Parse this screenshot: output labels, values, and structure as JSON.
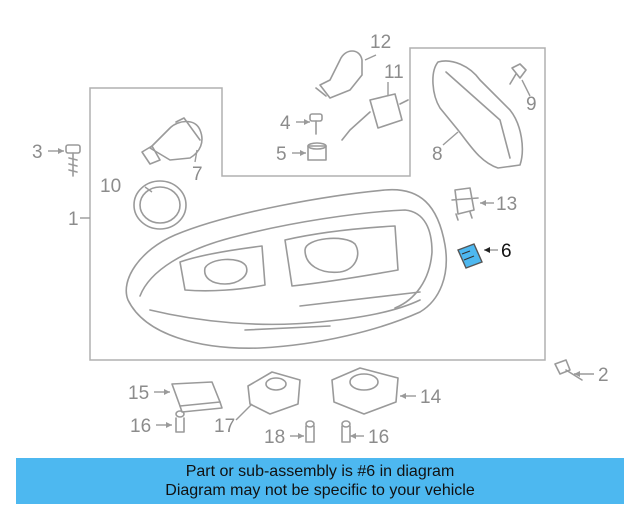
{
  "diagram": {
    "highlight_color": "#4db8f0",
    "part_numbers": {
      "p1": "1",
      "p2": "2",
      "p3": "3",
      "p4": "4",
      "p5": "5",
      "p6": "6",
      "p7": "7",
      "p8": "8",
      "p9": "9",
      "p10": "10",
      "p11": "11",
      "p12": "12",
      "p13": "13",
      "p14": "14",
      "p15": "15",
      "p16a": "16",
      "p16b": "16",
      "p17": "17",
      "p18": "18"
    },
    "highlighted_part": "6"
  },
  "banner": {
    "line1": "Part or sub-assembly is #6 in diagram",
    "line2": "Diagram may not be specific to your vehicle",
    "color": "#4db8f0"
  }
}
